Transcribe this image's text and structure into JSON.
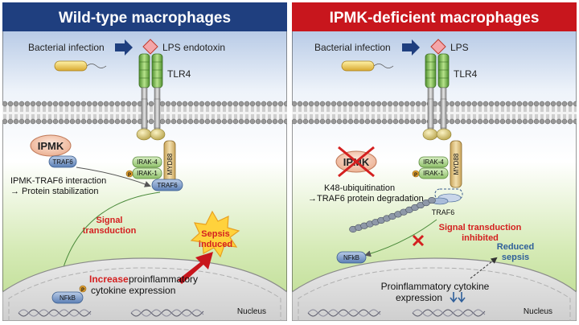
{
  "left": {
    "title": "Wild-type macrophages",
    "bacterial_infection": "Bacterial infection",
    "lps": "LPS endotoxin",
    "tlr4": "TLR4",
    "ipmk": "IPMK",
    "traf6_small": "TRAF6",
    "interaction_line1": "IPMK-TRAF6  interaction",
    "interaction_line2": "→ Protein stabilization",
    "irak4": "IRAK-4",
    "irak1": "IRAK-1",
    "myd88": "MYD88",
    "traf6": "TRAF6",
    "p": "P",
    "signal_line1": "Signal",
    "signal_line2": "transduction",
    "sepsis_line1": "Sepsis",
    "sepsis_line2": "induced",
    "increase": "Increase",
    "proinflam_rest": " proinflammatory",
    "cytokine_expr": "cytokine expression",
    "nfkb": "NFkB",
    "nucleus": "Nucleus"
  },
  "right": {
    "title": "IPMK-deficient macrophages",
    "bacterial_infection": "Bacterial infection",
    "lps": "LPS",
    "tlr4": "TLR4",
    "ipmk": "IPMK",
    "irak4": "IRAK-4",
    "irak1": "IRAK-1",
    "myd88": "MYD88",
    "p": "P",
    "k48_line1": "K48-ubiquitination",
    "k48_line2": "→TRAF6 protein degradation",
    "traf6": "TRAF6",
    "inhibited_line1": "Signal transduction",
    "inhibited_line2": "inhibited",
    "reduced_line1": "Reduced",
    "reduced_line2": "sepsis",
    "nfkb": "NFkB",
    "proinflam": "Proinflammatory cytokine",
    "expression": "expression",
    "nucleus": "Nucleus"
  },
  "colors": {
    "left_header": "#1f3f7f",
    "right_header": "#c8161d",
    "signal_red": "#d42020",
    "reduced_blue": "#2f5f9a",
    "sepsis_star": "#ffd23c"
  },
  "icons": {
    "infection_arrow": "arrow-right",
    "bacterium": "rod-bacterium",
    "lps": "diamond",
    "cross": "x-mark"
  }
}
